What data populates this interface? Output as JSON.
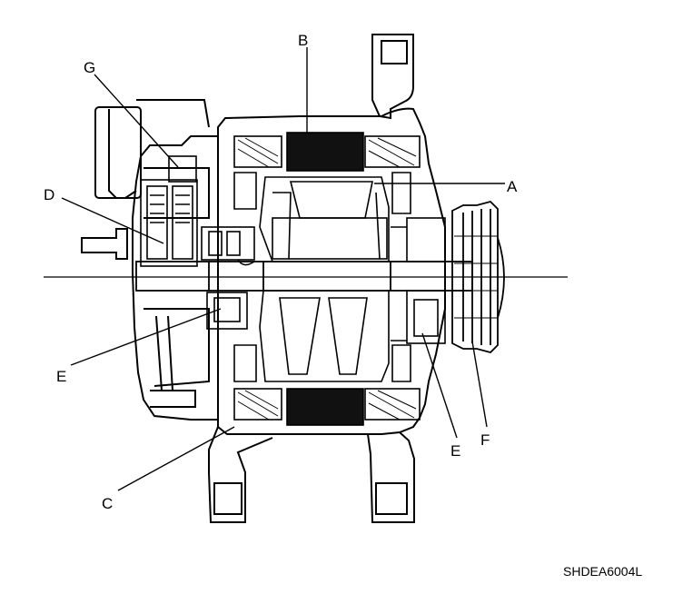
{
  "diagram": {
    "labels": {
      "a": "A",
      "b": "B",
      "c": "C",
      "d": "D",
      "e_left": "E",
      "e_right": "E",
      "f": "F",
      "g": "G"
    },
    "figure_code": "SHDEA6004L"
  },
  "colors": {
    "ink": "#000000",
    "paper": "#ffffff",
    "stator_winding_fill": "#111111"
  }
}
